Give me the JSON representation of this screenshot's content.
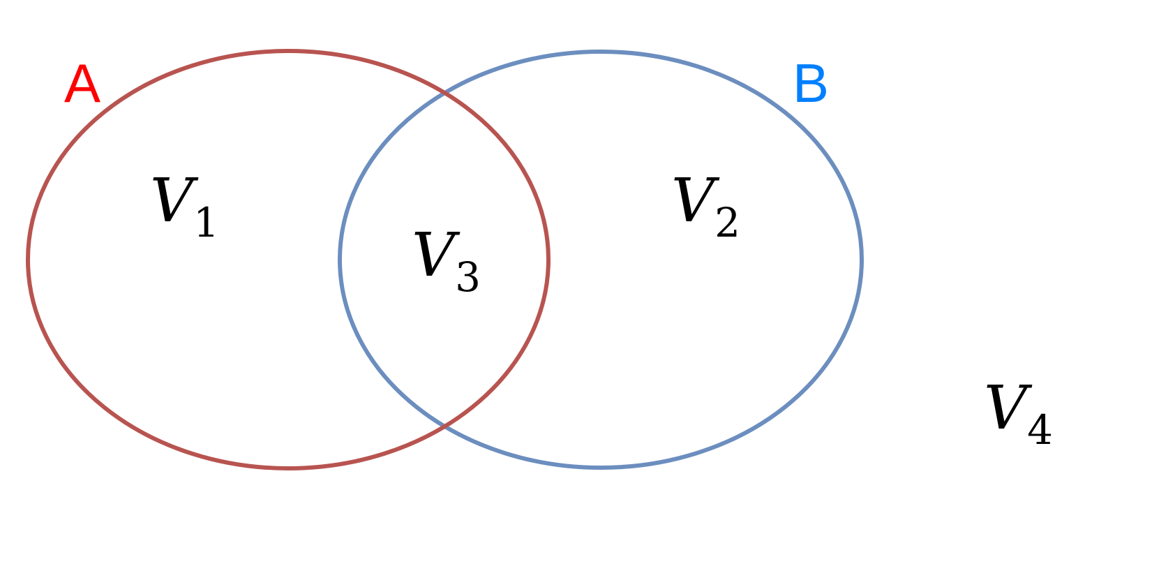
{
  "sets": [
    {
      "label": "A",
      "label_color": "#ff0000",
      "stroke_color": "#b85450"
    },
    {
      "label": "B",
      "label_color": "#007fff",
      "stroke_color": "#6c8ebf"
    }
  ],
  "regions": [
    {
      "symbol": "V",
      "index": "1"
    },
    {
      "symbol": "V",
      "index": "2"
    },
    {
      "symbol": "V",
      "index": "3"
    },
    {
      "symbol": "V",
      "index": "4"
    }
  ]
}
